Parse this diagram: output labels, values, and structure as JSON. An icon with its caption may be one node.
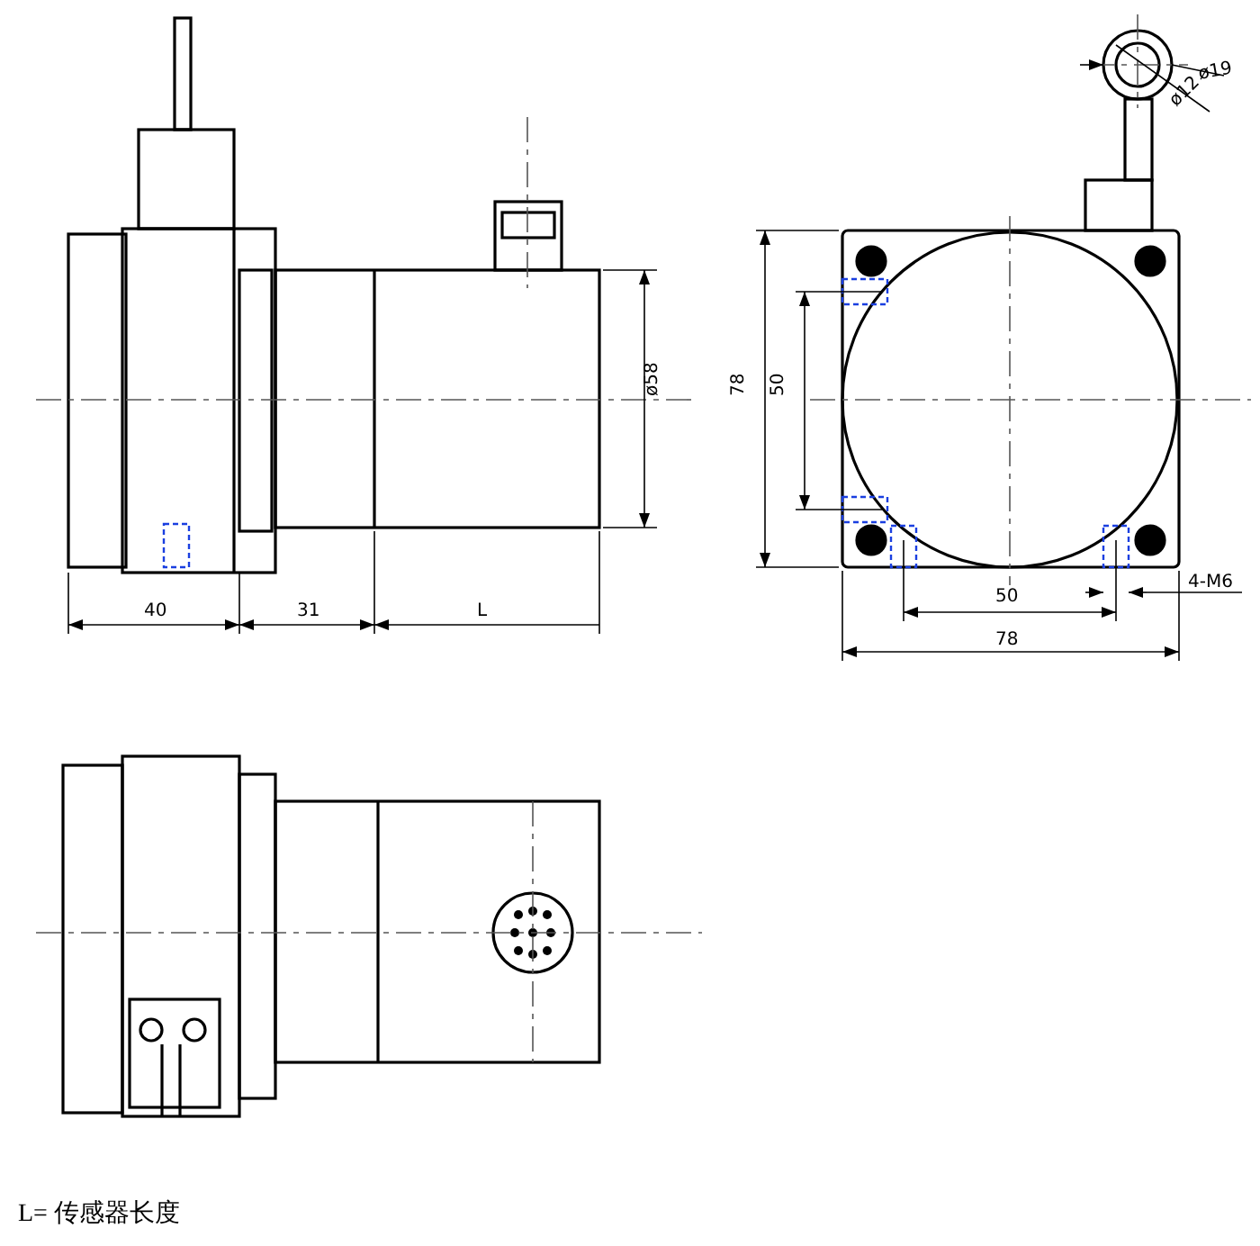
{
  "diagram": {
    "labels": [
      "ø19",
      "ø12",
      "ø58",
      "78",
      "50",
      "4-M6",
      "50",
      "40",
      "31",
      "L",
      "78",
      "L= 传感器长度"
    ]
  }
}
